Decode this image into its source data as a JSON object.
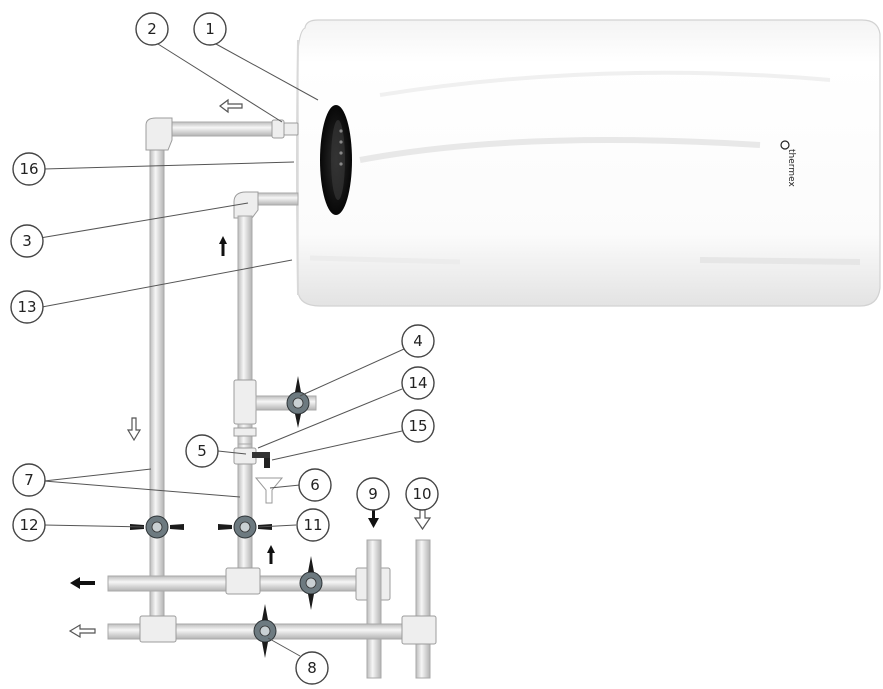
{
  "diagram": {
    "heater": {
      "brand_label": "thermex",
      "accent_color": "#111111"
    },
    "callouts": [
      {
        "id": "c1",
        "label": "1"
      },
      {
        "id": "c2",
        "label": "2"
      },
      {
        "id": "c3",
        "label": "3"
      },
      {
        "id": "c4",
        "label": "4"
      },
      {
        "id": "c5",
        "label": "5"
      },
      {
        "id": "c6",
        "label": "6"
      },
      {
        "id": "c7",
        "label": "7"
      },
      {
        "id": "c8",
        "label": "8"
      },
      {
        "id": "c9",
        "label": "9"
      },
      {
        "id": "c10",
        "label": "10"
      },
      {
        "id": "c11",
        "label": "11"
      },
      {
        "id": "c12",
        "label": "12"
      },
      {
        "id": "c13",
        "label": "13"
      },
      {
        "id": "c14",
        "label": "14"
      },
      {
        "id": "c15",
        "label": "15"
      },
      {
        "id": "c16",
        "label": "16"
      }
    ],
    "flow_arrows": {
      "solid": "cold-water-flow",
      "hollow": "hot-water-flow"
    }
  }
}
